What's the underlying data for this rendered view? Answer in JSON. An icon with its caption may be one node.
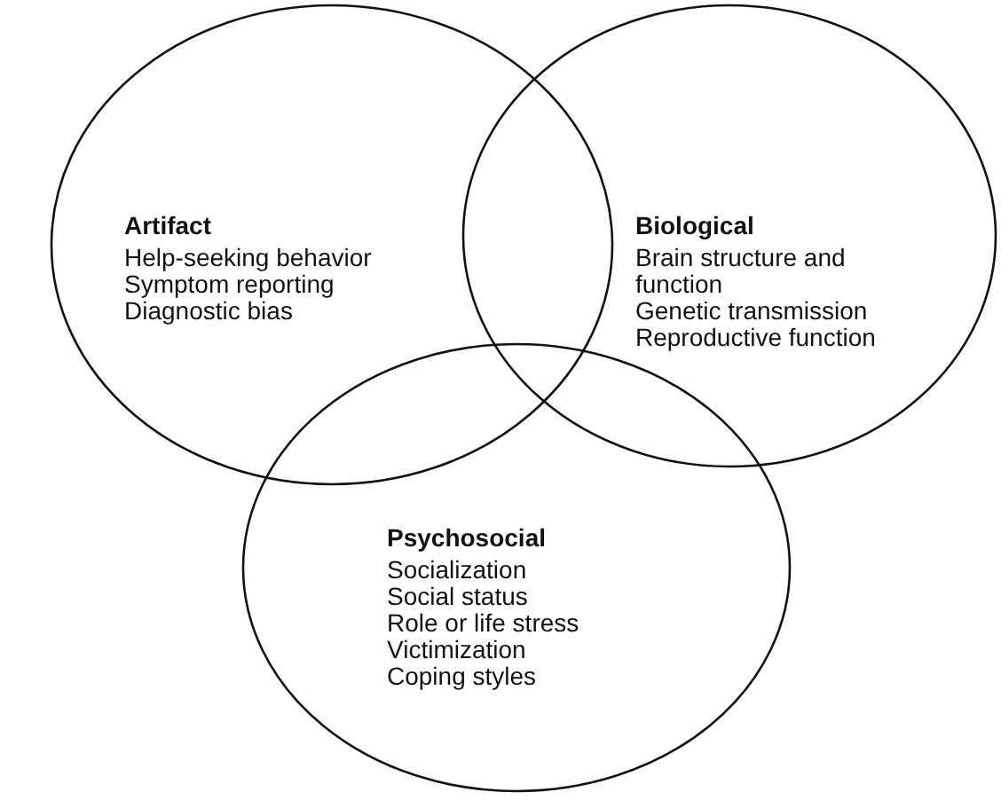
{
  "diagram": {
    "nodes": [
      {
        "text": [
          "Artifact",
          "Help-seeking behavior",
          "Symptom reporting",
          "Diagnostic bias"
        ]
      },
      {
        "text": [
          "Biological",
          "Brain structure and function",
          "Genetic transmission",
          "Reproductive function"
        ]
      },
      {
        "text": [
          "Psychosocial",
          "Socialization",
          "Social status",
          "Role or life stress",
          "Victimization",
          "Coping styles"
        ]
      }
    ]
  }
}
